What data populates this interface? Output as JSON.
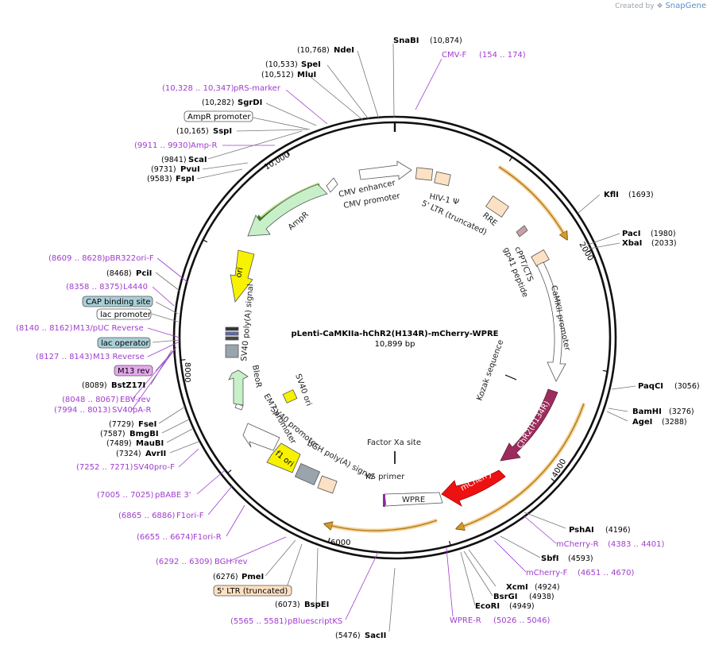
{
  "credit": {
    "prefix": "Created by",
    "brand": "SnapGene"
  },
  "plasmid": {
    "name": "pLenti-CaMKIIa-hChR2(H134R)-mCherry-WPRE",
    "length_label": "10,899 bp"
  },
  "tick_labels": [
    "2000",
    "4000",
    "6000",
    "8000",
    "10,000"
  ],
  "sites": [
    {
      "name": "NdeI",
      "pos": "(10,768)"
    },
    {
      "name": "SnaBI",
      "pos": "(10,874)"
    },
    {
      "name": "SpeI",
      "pos": "(10,533)"
    },
    {
      "name": "MluI",
      "pos": "(10,512)"
    },
    {
      "name": "SgrDI",
      "pos": "(10,282)"
    },
    {
      "name": "SspI",
      "pos": "(10,165)"
    },
    {
      "name": "ScaI",
      "pos": "(9841)"
    },
    {
      "name": "PvuI",
      "pos": "(9731)"
    },
    {
      "name": "FspI",
      "pos": "(9583)"
    },
    {
      "name": "PciI",
      "pos": "(8468)"
    },
    {
      "name": "BstZ17I",
      "pos": "(8089)"
    },
    {
      "name": "FseI",
      "pos": "(7729)"
    },
    {
      "name": "BmgBI",
      "pos": "(7587)"
    },
    {
      "name": "MauBI",
      "pos": "(7489)"
    },
    {
      "name": "AvrII",
      "pos": "(7324)"
    },
    {
      "name": "PmeI",
      "pos": "(6276)"
    },
    {
      "name": "BspEI",
      "pos": "(6073)"
    },
    {
      "name": "SacII",
      "pos": "(5476)"
    },
    {
      "name": "KflI",
      "pos": "(1693)"
    },
    {
      "name": "PacI",
      "pos": "(1980)"
    },
    {
      "name": "XbaI",
      "pos": "(2033)"
    },
    {
      "name": "PaqCI",
      "pos": "(3056)"
    },
    {
      "name": "BamHI",
      "pos": "(3276)"
    },
    {
      "name": "AgeI",
      "pos": "(3288)"
    },
    {
      "name": "PshAI",
      "pos": "(4196)"
    },
    {
      "name": "SbfI",
      "pos": "(4593)"
    },
    {
      "name": "XcmI",
      "pos": "(4924)"
    },
    {
      "name": "BsrGI",
      "pos": "(4938)"
    },
    {
      "name": "EcoRI",
      "pos": "(4949)"
    }
  ],
  "primers": [
    {
      "name": "CMV-F",
      "range": "(154 .. 174)"
    },
    {
      "name": "pRS-marker",
      "range": "(10,328 .. 10,347)"
    },
    {
      "name": "Amp-R",
      "range": "(9911 .. 9930)"
    },
    {
      "name": "pBR322ori-F",
      "range": "(8609 .. 8628)"
    },
    {
      "name": "L4440",
      "range": "(8358 .. 8375)"
    },
    {
      "name": "M13/pUC Reverse",
      "range": "(8140 .. 8162)"
    },
    {
      "name": "M13 Reverse",
      "range": "(8127 .. 8143)"
    },
    {
      "name": "EBV-rev",
      "range": "(8048 .. 8067)"
    },
    {
      "name": "SV40pA-R",
      "range": "(7994 .. 8013)"
    },
    {
      "name": "SV40pro-F",
      "range": "(7252 .. 7271)"
    },
    {
      "name": "pBABE 3'",
      "range": "(7005 .. 7025)"
    },
    {
      "name": "F1ori-F",
      "range": "(6865 .. 6886)"
    },
    {
      "name": "F1ori-R",
      "range": "(6655 .. 6674)"
    },
    {
      "name": "BGH-rev",
      "range": "(6292 .. 6309)"
    },
    {
      "name": "pBluescriptKS",
      "range": "(5565 .. 5581)"
    },
    {
      "name": "mCherry-R",
      "range": "(4383 .. 4401)"
    },
    {
      "name": "mCherry-F",
      "range": "(4651 .. 4670)"
    },
    {
      "name": "WPRE-R",
      "range": "(5026 .. 5046)"
    }
  ],
  "boxed_labels": [
    {
      "name": "AmpR promoter"
    },
    {
      "name": "CAP binding site"
    },
    {
      "name": "lac promoter"
    },
    {
      "name": "lac operator"
    },
    {
      "name": "M13 rev"
    },
    {
      "name": "5' LTR (truncated)"
    }
  ],
  "features": [
    {
      "name": "CMV enhancer",
      "color": "#ffffff"
    },
    {
      "name": "CMV promoter",
      "color": "#ffffff"
    },
    {
      "name": "HIV-1 Ψ",
      "color": "#fde1c4"
    },
    {
      "name": "5' LTR (truncated)",
      "color": "#fde1c4"
    },
    {
      "name": "RRE",
      "color": "#fde1c4"
    },
    {
      "name": "cPPT/CTS",
      "color": "#c9a0a8"
    },
    {
      "name": "gp41 peptide",
      "color": "#fde1c4"
    },
    {
      "name": "CaMKII promoter",
      "color": "#ffffff"
    },
    {
      "name": "Kozak sequence",
      "color": "#000000"
    },
    {
      "name": "ChR2(H134R)",
      "color": "#9b2c5b"
    },
    {
      "name": "mCherry",
      "color": "#ee1111"
    },
    {
      "name": "WPRE",
      "color": "#ffffff"
    },
    {
      "name": "Factor Xa site",
      "color": "#000000"
    },
    {
      "name": "KS primer",
      "color": "#8a2c9e"
    },
    {
      "name": "bGH poly(A) signal",
      "color": "#9aa4ad"
    },
    {
      "name": "f1 ori",
      "color": "#f6f200"
    },
    {
      "name": "SV40 promoter",
      "color": "#ffffff"
    },
    {
      "name": "EM7 promoter",
      "color": "#ffffff"
    },
    {
      "name": "BleoR",
      "color": "#c8f0c8"
    },
    {
      "name": "SV40 ori",
      "color": "#f6f200"
    },
    {
      "name": "SV40 poly(A) signal",
      "color": "#9aa4ad"
    },
    {
      "name": "ori",
      "color": "#f6f200"
    },
    {
      "name": "AmpR",
      "color": "#c8f0c8"
    }
  ],
  "colors": {
    "primer": "#a03ccf",
    "orf_arc": "#d49a2a",
    "ampr_arc": "#3f7a1a",
    "backbone": "#111111"
  }
}
